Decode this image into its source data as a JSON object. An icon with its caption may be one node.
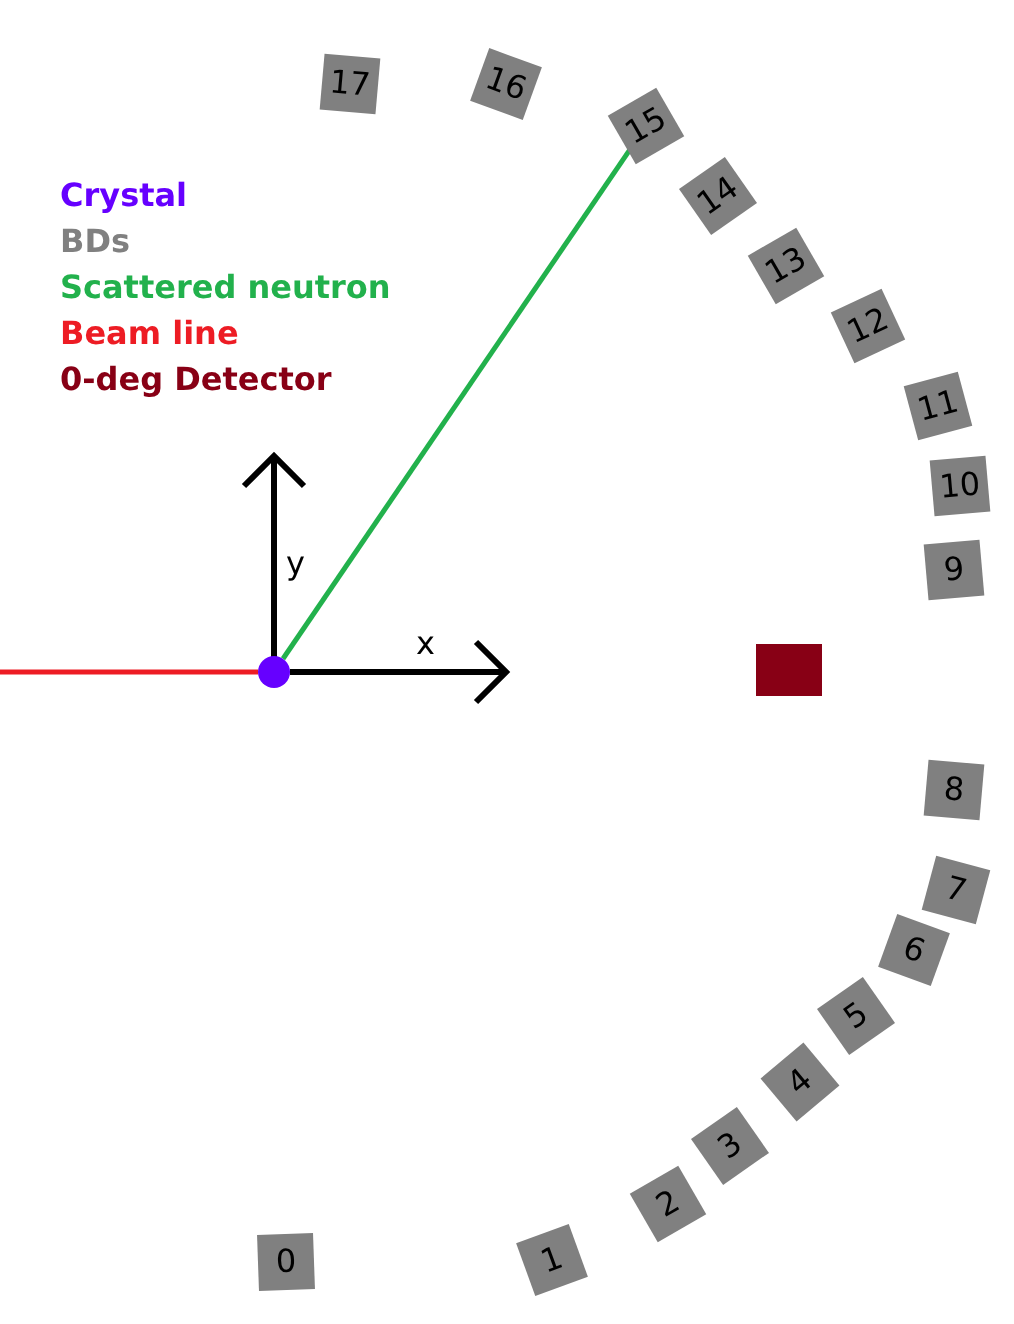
{
  "diagram": {
    "nodes": [
      {
        "text": [],
        "shape": "circle"
      },
      {
        "text": [
          "0"
        ]
      },
      {
        "text": [
          "1"
        ]
      },
      {
        "text": [
          "2"
        ]
      },
      {
        "text": [
          "3"
        ]
      },
      {
        "text": [
          "4"
        ]
      },
      {
        "text": [
          "5"
        ]
      },
      {
        "text": [
          "6"
        ]
      },
      {
        "text": [
          "7"
        ]
      },
      {
        "text": [
          "8"
        ]
      },
      {
        "text": [
          "9"
        ]
      },
      {
        "text": [
          "10"
        ]
      },
      {
        "text": [
          "11"
        ]
      },
      {
        "text": [
          "12"
        ]
      },
      {
        "text": [
          "13"
        ]
      },
      {
        "text": [
          "14"
        ]
      },
      {
        "text": [
          "15"
        ]
      },
      {
        "text": [
          "16"
        ]
      },
      {
        "text": [
          "17"
        ]
      },
      {
        "text": [],
        "shape": "box"
      }
    ],
    "edges": [
      {
        "from": 0,
        "to": 16,
        "arrow": "none",
        "color": "#22b14c"
      },
      {
        "from": null,
        "to": 0,
        "arrow": "none",
        "color": "#ed1c24"
      }
    ],
    "labels": [
      "y",
      "x"
    ],
    "legend": [
      {
        "text": "Crystal",
        "color": "#6600ff"
      },
      {
        "text": "BDs",
        "color": "#808080"
      },
      {
        "text": "Scattered neutron",
        "color": "#22b14c"
      },
      {
        "text": "Beam line",
        "color": "#ed1c24"
      },
      {
        "text": "0-deg Detector",
        "color": "#880015"
      }
    ]
  }
}
